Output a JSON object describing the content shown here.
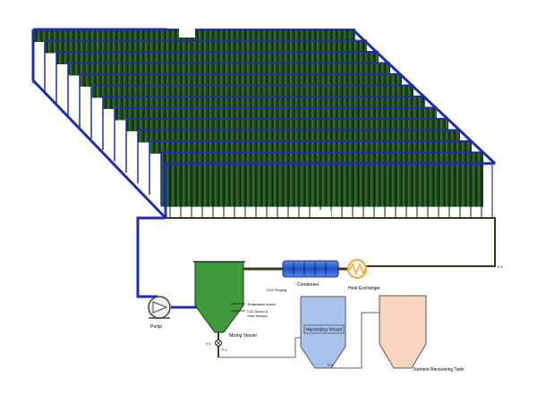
{
  "labels": {
    "pump": "Pump",
    "mixing_vessel": "Mixing Vessel",
    "condenser": "Condenser",
    "heat_exchanger": "Heat Exchanger",
    "co2_purging": "CO2 Purging",
    "temperature_sensor": "Temperature sensor",
    "other_sensors_line1": "CO2 Sensor &",
    "other_sensors_line2": "Other Sensors",
    "harvesting_vessel": "Harvesting Vessel",
    "nutrient_tank": "Nutrient Recovering Tank",
    "v1": "V-1",
    "p1": "P-1",
    "p2": "P-2",
    "p3": "P-3"
  },
  "colors": {
    "frame_blue": "#1f2fa8",
    "tube_green": "#1e4d1e",
    "tube_highlight": "#3f7a3a",
    "pipe_dark": "#3a3a16",
    "mixing_vessel": "#3f9a3a",
    "harvest_vessel": "#a9c3ee",
    "nutrient_tank": "#f7d5be",
    "condenser": "#3b6fd6",
    "heat_exchanger": "#f5a623"
  }
}
